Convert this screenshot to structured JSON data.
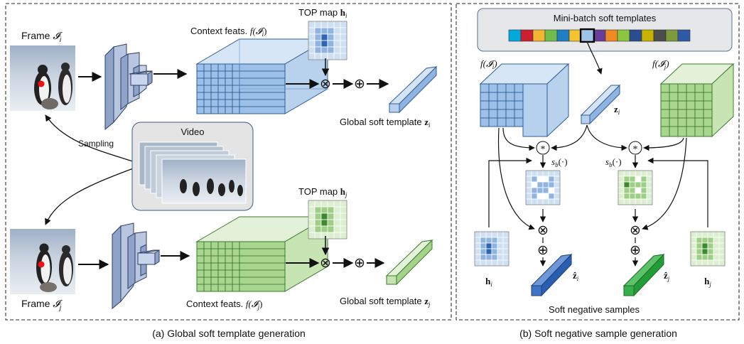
{
  "panel_a": {
    "caption": "(a) Global soft template generation",
    "frame_i": {
      "label": "Frame",
      "symbol": "𝓘",
      "sub": "i"
    },
    "frame_j": {
      "label": "Frame",
      "symbol": "𝓘",
      "sub": "j"
    },
    "video_label": "Video",
    "sampling_label": "Sampling",
    "context_i": {
      "prefix": "Context feats. ",
      "expr": "f(𝓘",
      "sub": "i",
      "close": ")"
    },
    "context_j": {
      "prefix": "Context feats. ",
      "expr": "f(𝓘",
      "sub": "j",
      "close": ")"
    },
    "top_map_i": {
      "prefix": "TOP map ",
      "bold": "h",
      "sub": "i"
    },
    "top_map_j": {
      "prefix": "TOP map ",
      "bold": "h",
      "sub": "j"
    },
    "global_i": {
      "prefix": "Global soft template ",
      "bold": "z",
      "sub": "i"
    },
    "global_j": {
      "prefix": "Global soft template ",
      "bold": "z",
      "sub": "j"
    },
    "times_glyph": "⊗",
    "plus_glyph": "⊕"
  },
  "panel_b": {
    "caption": "(b) Soft negative sample generation",
    "minibatch_title": "Mini-batch soft templates",
    "swatch_colors": [
      "#00aadd",
      "#cc1f2f",
      "#f2b632",
      "#6fbe4b",
      "#1e7fc4",
      "#f4c430",
      "#9ec5e8",
      "#6a3d9a",
      "#f08a24",
      "#8cc63f",
      "#2a4d8f",
      "#c8b400",
      "#4d4d4d",
      "#7f9a3c",
      "#2e5aa8"
    ],
    "f_i": {
      "expr": "f(𝓘",
      "sub": "i",
      "close": ")"
    },
    "f_j": {
      "expr": "f(𝓘",
      "sub": "j",
      "close": ")"
    },
    "z_i": {
      "bold": "z",
      "sub": "i"
    },
    "h_i": {
      "bold": "h",
      "sub": "i"
    },
    "h_j": {
      "bold": "h",
      "sub": "j"
    },
    "zhat_i": {
      "bold": "ẑ",
      "sub": "i"
    },
    "zhat_j": {
      "bold": "ẑ",
      "sub": "j"
    },
    "sb_left": {
      "base": "s",
      "sub": "b",
      "tail": "(·)"
    },
    "sb_right": {
      "base": "s",
      "sub": "b",
      "tail": "(·)"
    },
    "star_glyph": "*",
    "times_glyph": "⊗",
    "plus_glyph": "⊕",
    "soft_negatives": "Soft negative samples"
  },
  "colors": {
    "blue_dark": "#2f66b3",
    "blue_mid": "#8fb4e0",
    "blue_light": "#cfe0f3",
    "green_dark": "#3c8a2e",
    "green_mid": "#9fcf86",
    "green_light": "#dcefd0",
    "network": "#a8b8d8",
    "video_bg": "#e4e4e4"
  }
}
